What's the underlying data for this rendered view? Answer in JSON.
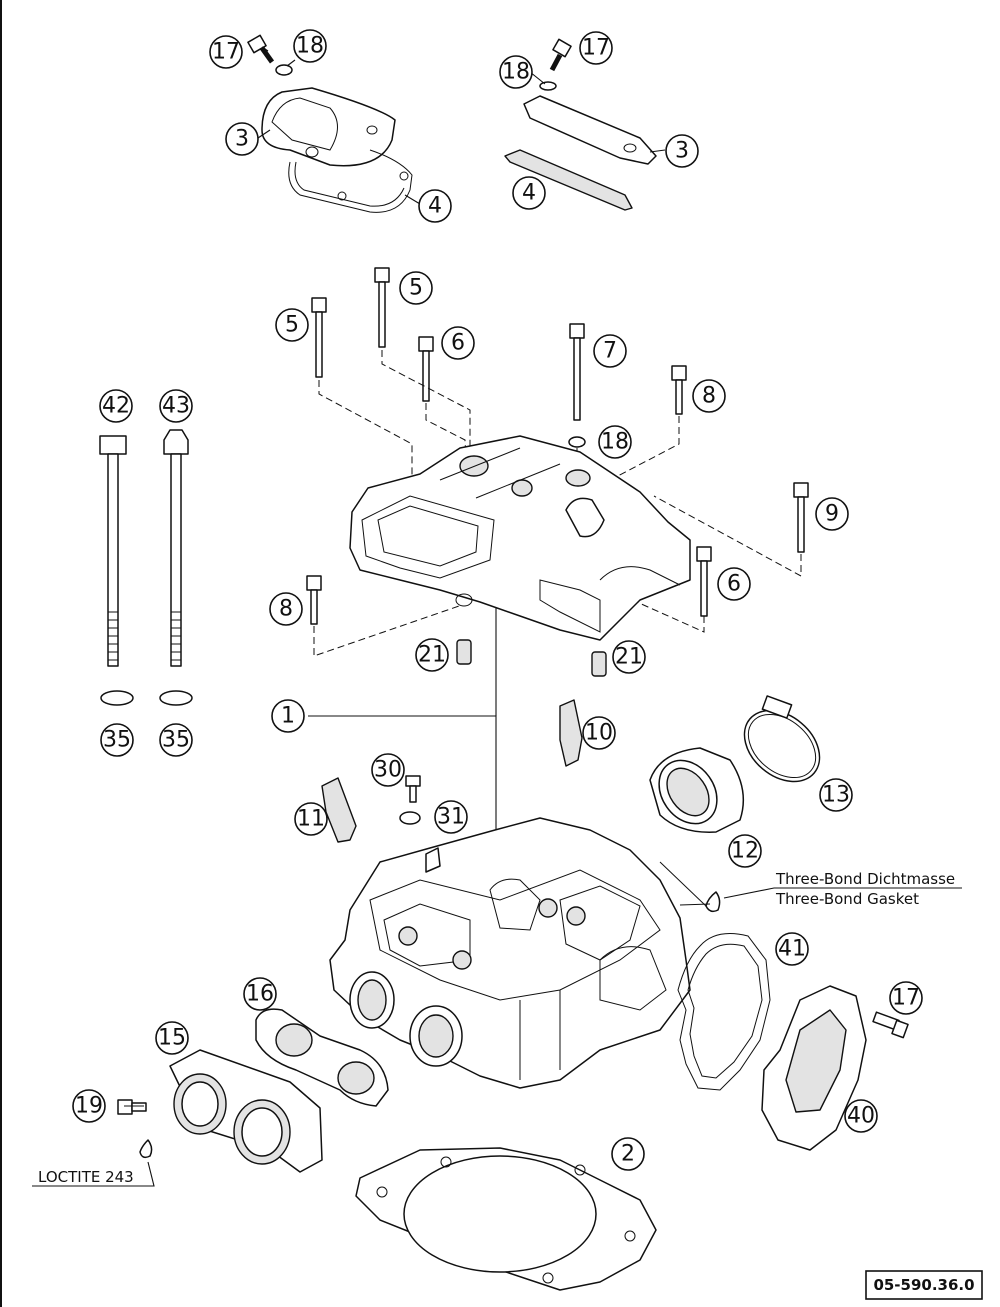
{
  "callouts": [
    "17",
    "18",
    "3",
    "4",
    "18",
    "17",
    "3",
    "4",
    "5",
    "5",
    "6",
    "7",
    "8",
    "18",
    "9",
    "42",
    "43",
    "8",
    "6",
    "21",
    "21",
    "35",
    "35",
    "1",
    "10",
    "30",
    "11",
    "31",
    "13",
    "12",
    "41",
    "16",
    "15",
    "17",
    "19",
    "40",
    "2"
  ],
  "notes": {
    "sealant_de": "Three-Bond Dichtmasse",
    "sealant_en": "Three-Bond Gasket",
    "loctite": "LOCTITE 243"
  },
  "drawing_ref": "05-590.36.0",
  "colors": {
    "line": "#111111",
    "background": "#ffffff",
    "shade": "#e3e3e3"
  }
}
